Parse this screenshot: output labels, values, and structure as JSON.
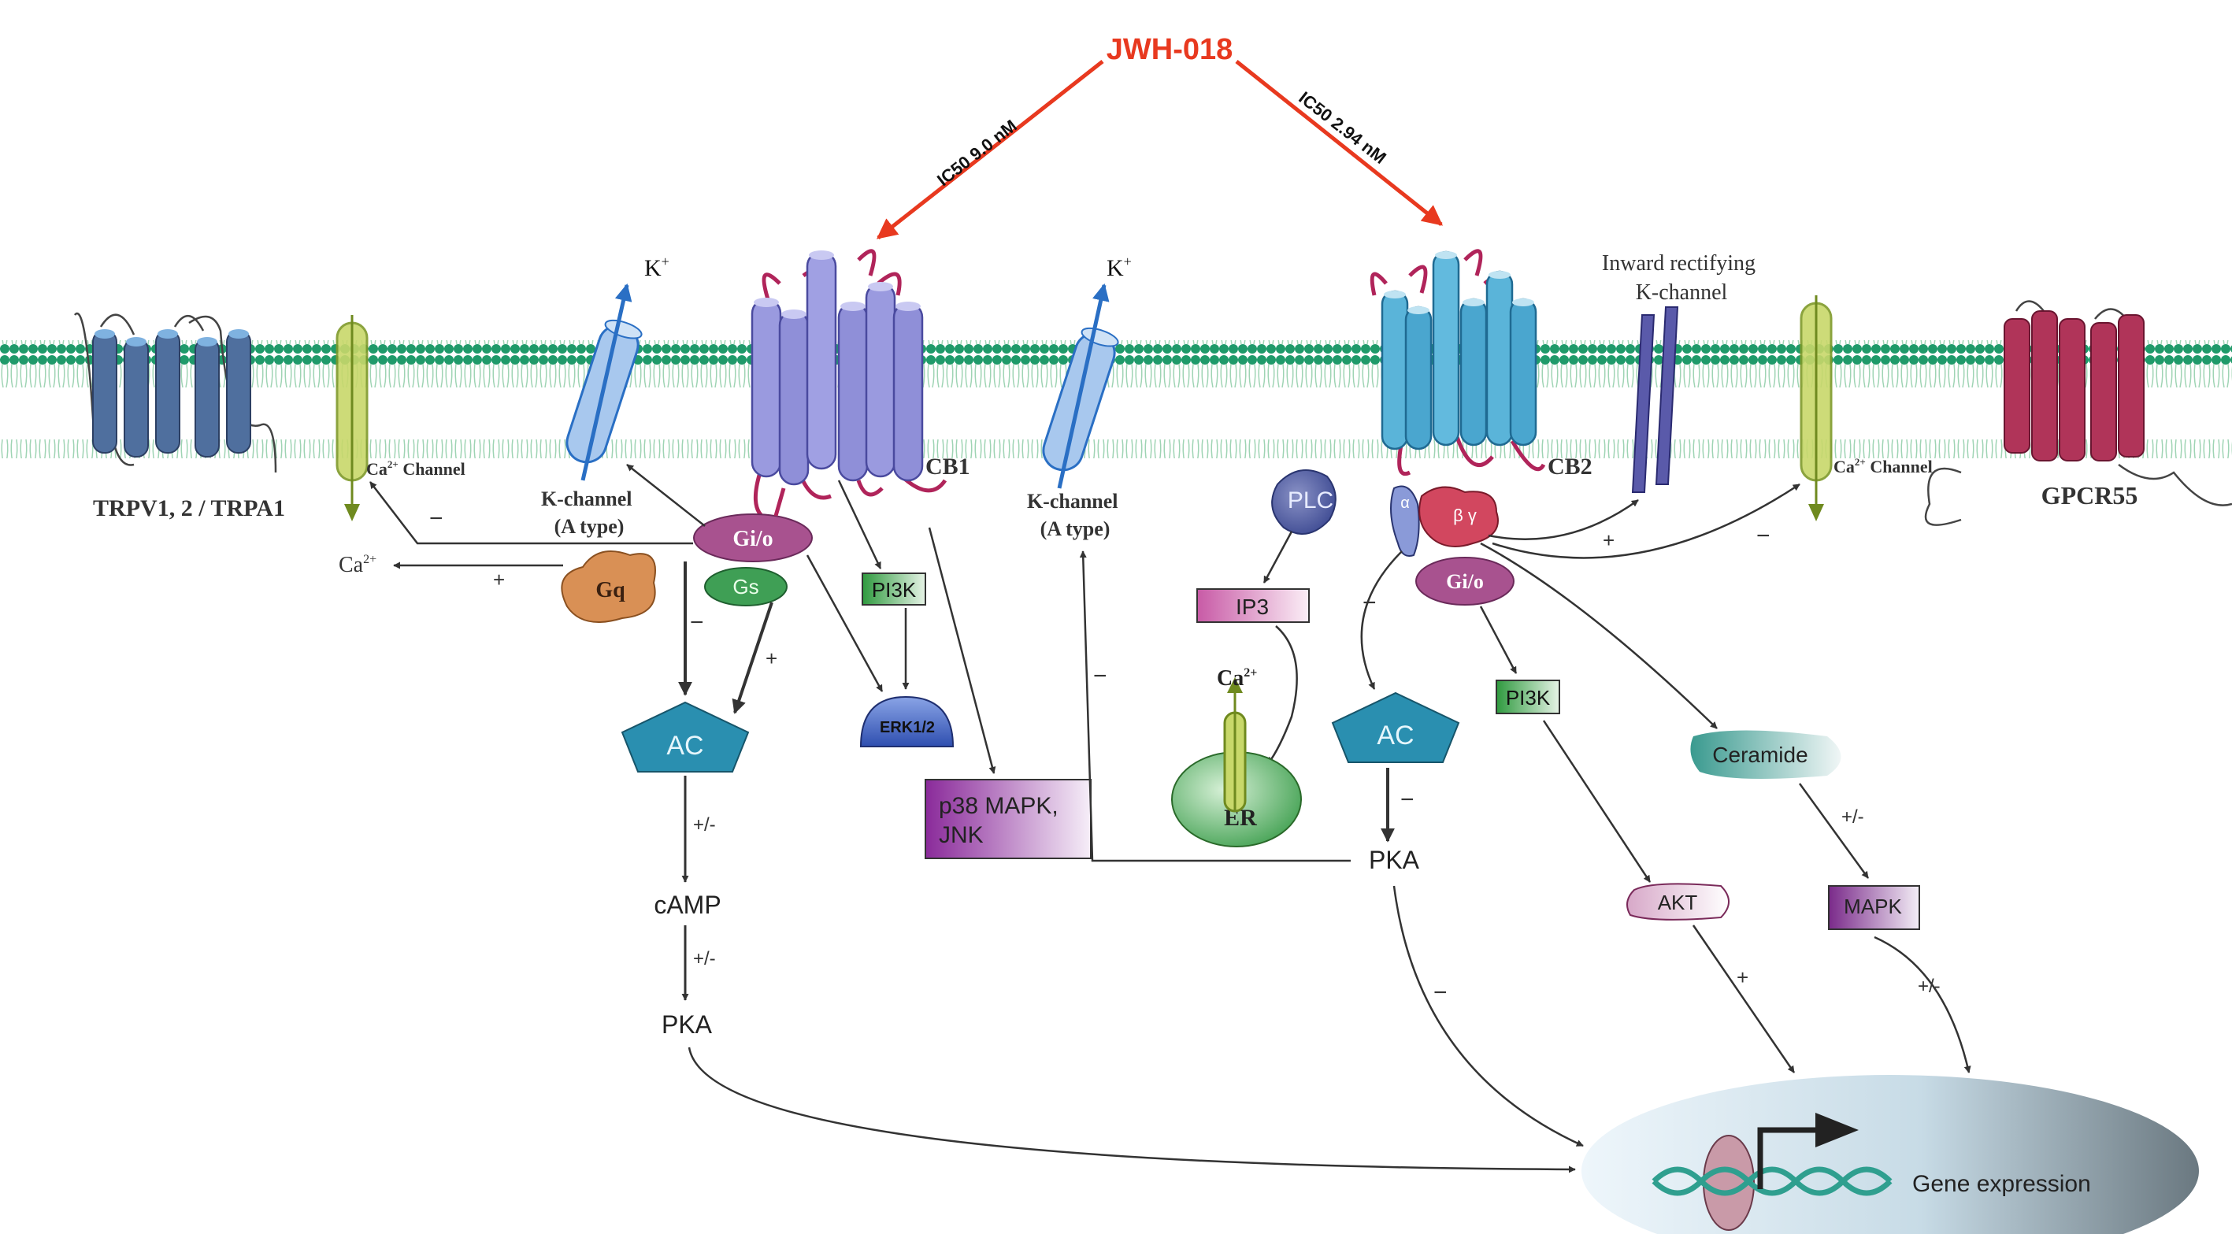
{
  "ligand": {
    "name": "JWH-018",
    "ic50_cb1": "IC50 9.0 nM",
    "ic50_cb2": "IC50 2.94 nM"
  },
  "receptors": {
    "trpv": "TRPV1, 2 / TRPA1",
    "ca_channel_left": "Ca",
    "ca_channel_left_sup": "2+",
    "ca_channel_left_suffix": " Channel",
    "k_channel_left_line1": "K-channel",
    "k_channel_left_line2": "(A type)",
    "k_ion_left": "K",
    "k_ion_left_sup": "+",
    "cb1": "CB1",
    "k_channel_mid_line1": "K-channel",
    "k_channel_mid_line2": "(A type)",
    "k_ion_mid": "K",
    "k_ion_mid_sup": "+",
    "cb2": "CB2",
    "inward_line1": "Inward rectifying",
    "inward_line2": "K-channel",
    "ca_channel_right": "Ca",
    "ca_channel_right_sup": "2+",
    "ca_channel_right_suffix": " Channel",
    "gpcr55": "GPCR55"
  },
  "cb1_pathway": {
    "gio": "Gi/o",
    "gq": "Gq",
    "gs": "Gs",
    "ca_ion": "Ca",
    "ca_ion_sup": "2+",
    "pi3k": "PI3K",
    "erk": "ERK1/2",
    "p38_line1": "p38 MAPK,",
    "p38_line2": "JNK",
    "ac": "AC",
    "camp": "cAMP",
    "pka": "PKA"
  },
  "cb2_pathway": {
    "plc": "PLC",
    "ip3": "IP3",
    "ca_ion": "Ca",
    "ca_ion_sup": "2+",
    "er": "ER",
    "alpha": "α",
    "beta_gamma": "β γ",
    "gio": "Gi/o",
    "ac": "AC",
    "pka": "PKA",
    "pi3k": "PI3K",
    "akt": "AKT",
    "ceramide": "Ceramide",
    "mapk": "MAPK"
  },
  "nucleus": {
    "gene_expression": "Gene expression"
  },
  "signs": {
    "minus": "−",
    "plus": "+",
    "plus_minus": "+/-"
  },
  "colors": {
    "ligand_red": "#e8391f",
    "membrane_green": "#1f9a6a",
    "cb1_purple": "#8f8fd8",
    "cb2_blue": "#4aa6cf",
    "trpv_blue": "#4f6f9e",
    "gpcr55_red": "#b03459",
    "gio_purple": "#a8528f",
    "ac_blue": "#2a8fb0",
    "gq_orange": "#d99055",
    "gs_green": "#3f9f55",
    "er_green": "#5ab05a"
  }
}
